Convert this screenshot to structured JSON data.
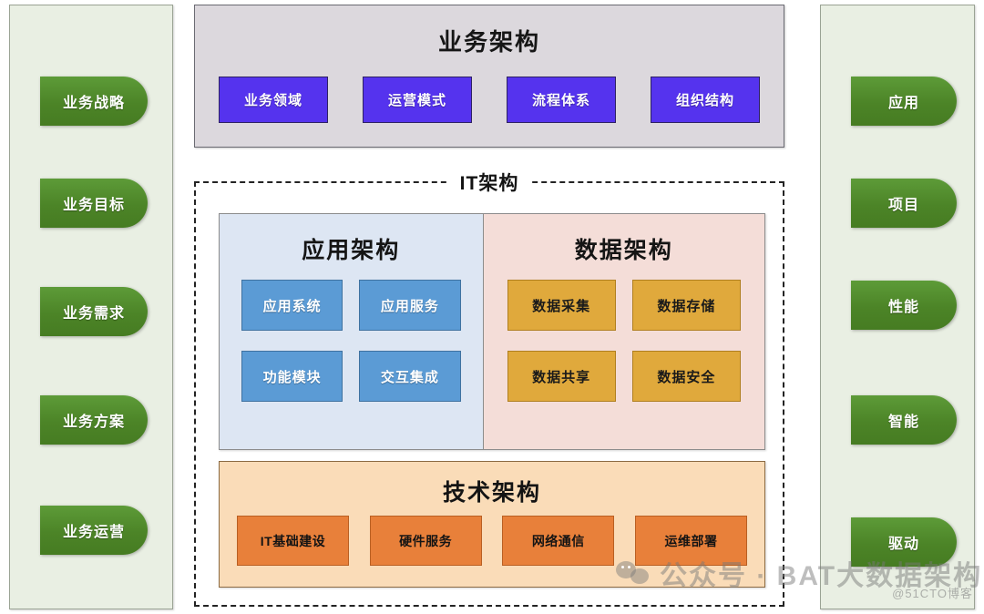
{
  "left_rail": {
    "items": [
      {
        "label": "业务战略"
      },
      {
        "label": "业务目标"
      },
      {
        "label": "业务需求"
      },
      {
        "label": "业务方案"
      },
      {
        "label": "业务运营"
      }
    ]
  },
  "right_rail": {
    "items": [
      {
        "label": "应用"
      },
      {
        "label": "项目"
      },
      {
        "label": "性能"
      },
      {
        "label": "智能"
      },
      {
        "label": "驱动"
      }
    ]
  },
  "business_architecture": {
    "title": "业务架构",
    "items": [
      {
        "label": "业务领域"
      },
      {
        "label": "运营模式"
      },
      {
        "label": "流程体系"
      },
      {
        "label": "组织结构"
      }
    ]
  },
  "it_architecture": {
    "label": "IT架构",
    "application_architecture": {
      "title": "应用架构",
      "items": [
        {
          "label": "应用系统"
        },
        {
          "label": "应用服务"
        },
        {
          "label": "功能模块"
        },
        {
          "label": "交互集成"
        }
      ]
    },
    "data_architecture": {
      "title": "数据架构",
      "items": [
        {
          "label": "数据采集"
        },
        {
          "label": "数据存储"
        },
        {
          "label": "数据共享"
        },
        {
          "label": "数据安全"
        }
      ]
    },
    "technology_architecture": {
      "title": "技术架构",
      "items": [
        {
          "label": "IT基础建设"
        },
        {
          "label": "硬件服务"
        },
        {
          "label": "网络通信"
        },
        {
          "label": "运维部署"
        }
      ]
    }
  },
  "watermark": {
    "text": "公众号 · BAT大数据架构",
    "corner": "@51CTO博客"
  },
  "colors": {
    "rail_bg": "#e9efe3",
    "pill_green": "#4c8427",
    "business_panel_bg": "#dcd8dd",
    "business_box": "#5533ee",
    "app_panel_bg": "#dde6f3",
    "app_box_blue": "#5b9bd5",
    "data_panel_bg": "#f4ddd8",
    "data_box_gold": "#e0a93c",
    "tech_panel_bg": "#fadcb8",
    "tech_box_orange": "#e8803a"
  }
}
